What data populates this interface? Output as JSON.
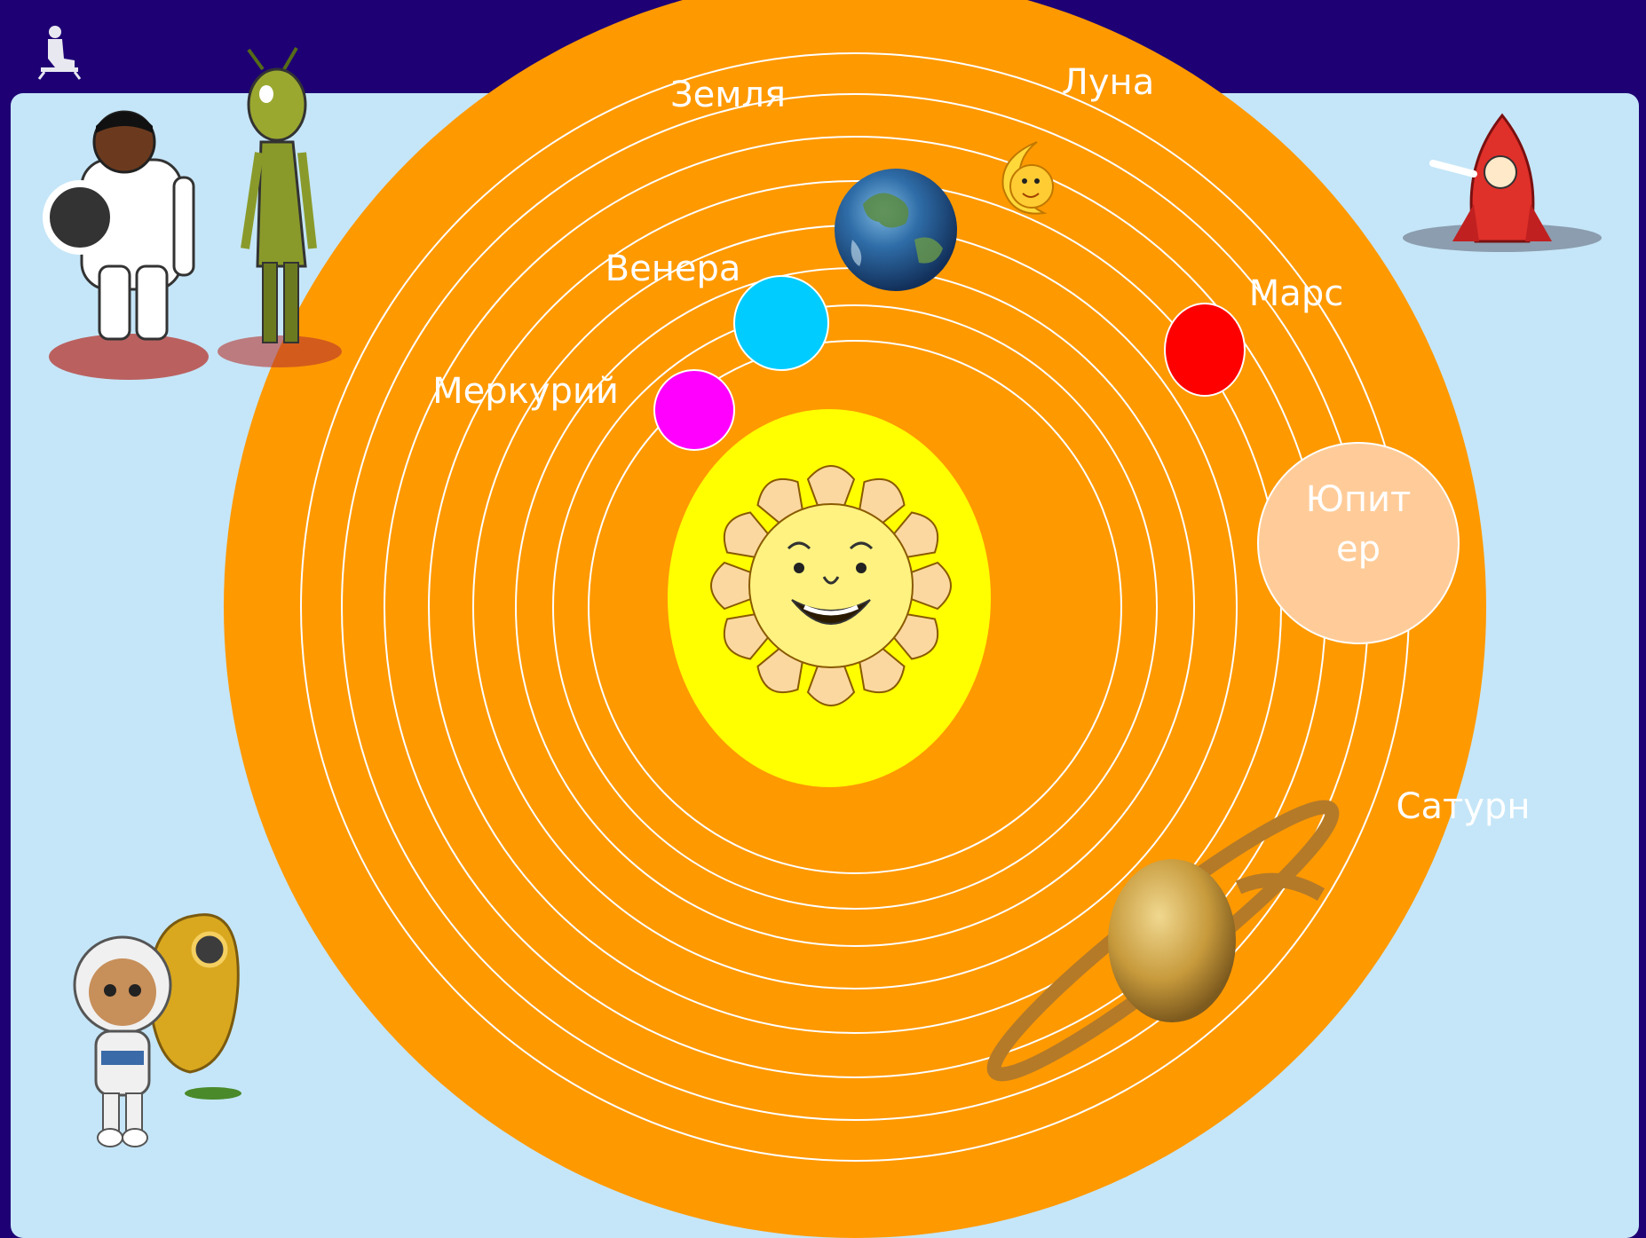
{
  "title_bar": {
    "corner_icon": "seated-figure-icon"
  },
  "diagram": {
    "colors": {
      "background": "#1e0074",
      "panel": "#c5e6f8",
      "orbits": "#ff9900",
      "orbit_lines": "#ffffff",
      "sun_disc": "#ffff00",
      "mercury": "#ff00ff",
      "venus": "#00ccff",
      "mars": "#ff0000",
      "jupiter": "#ffcc99"
    },
    "planets": {
      "moon": "Луна",
      "earth": "Земля",
      "venus": "Венера",
      "mars": "Марс",
      "mercury": "Меркурий",
      "jupiter_line1": "Юпит",
      "jupiter_line2": "ер",
      "saturn": "Сатурн"
    },
    "clipart": [
      "astronaut-icon",
      "alien-icon",
      "rocket-icon",
      "sun-face-icon",
      "moon-face-icon",
      "earth-icon",
      "saturn-icon",
      "space-kid-icon"
    ]
  }
}
